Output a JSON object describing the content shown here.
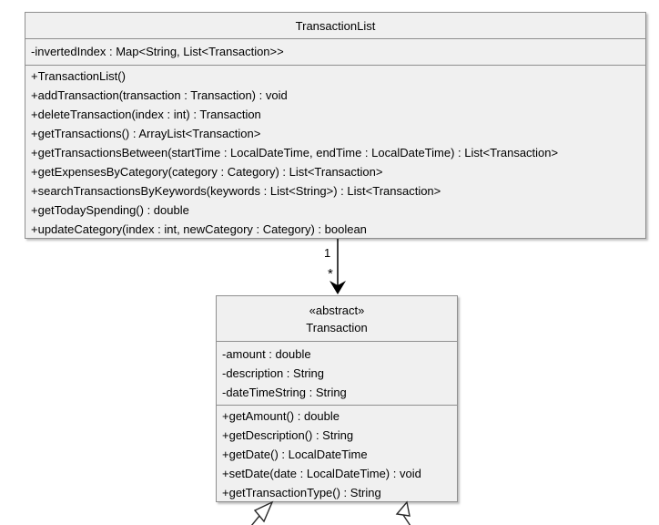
{
  "diagram": {
    "type": "uml-class-diagram",
    "colors": {
      "class_fill": "#f0f0f0",
      "class_border": "#8f8f8f",
      "line_color": "#000000",
      "background": "#ffffff"
    },
    "classes": [
      {
        "name": "TransactionList",
        "stereotype": "",
        "attributes": [
          "-invertedIndex : Map<String, List<Transaction>>"
        ],
        "methods": [
          "+TransactionList()",
          "+addTransaction(transaction : Transaction) : void",
          "+deleteTransaction(index : int) : Transaction",
          "+getTransactions() : ArrayList<Transaction>",
          "+getTransactionsBetween(startTime : LocalDateTime, endTime : LocalDateTime) : List<Transaction>",
          "+getExpensesByCategory(category : Category) : List<Transaction>",
          "+searchTransactionsByKeywords(keywords : List<String>) : List<Transaction>",
          "+getTodaySpending() : double",
          "+updateCategory(index : int, newCategory : Category) : boolean"
        ]
      },
      {
        "name": "Transaction",
        "stereotype": "«abstract»",
        "attributes": [
          "-amount : double",
          "-description : String",
          "-dateTimeString : String"
        ],
        "methods": [
          "+getAmount() : double",
          "+getDescription() : String",
          "+getDate() : LocalDateTime",
          "+setDate(date : LocalDateTime) : void",
          "+getTransactionType() : String"
        ]
      }
    ],
    "association": {
      "from": "TransactionList",
      "to": "Transaction",
      "source_multiplicity": "1",
      "target_multiplicity": "*"
    }
  }
}
